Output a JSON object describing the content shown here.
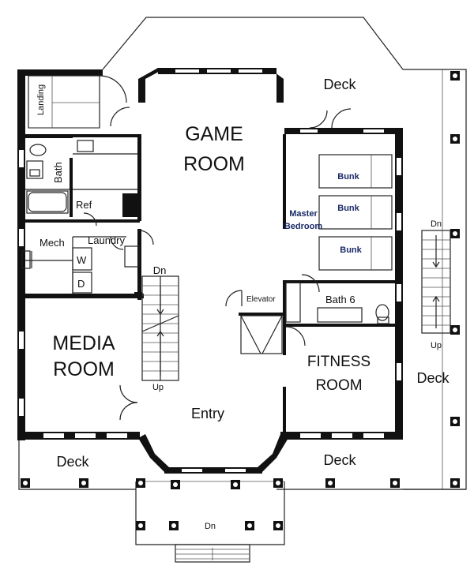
{
  "rooms": {
    "game_room": [
      "GAME",
      "ROOM"
    ],
    "media_room": [
      "MEDIA",
      "ROOM"
    ],
    "fitness_room": [
      "FITNESS",
      "ROOM"
    ],
    "master_bedroom": [
      "Master",
      "Bedroom"
    ],
    "entry": "Entry",
    "landing": "Landing",
    "bath": "Bath",
    "bath6": "Bath 6",
    "mech": "Mech",
    "laundry": "Laundry",
    "elevator": "Elevator",
    "ref": "Ref"
  },
  "appliances": {
    "washer": "W",
    "dryer": "D"
  },
  "bunks": [
    "Bunk",
    "Bunk",
    "Bunk"
  ],
  "decks": {
    "top": "Deck",
    "right": "Deck",
    "bottom_left": "Deck",
    "bottom_right": "Deck"
  },
  "stairs": {
    "main_down": "Dn",
    "main_up": "Up",
    "right_down": "Dn",
    "right_up": "Up",
    "front_down": "Dn"
  }
}
